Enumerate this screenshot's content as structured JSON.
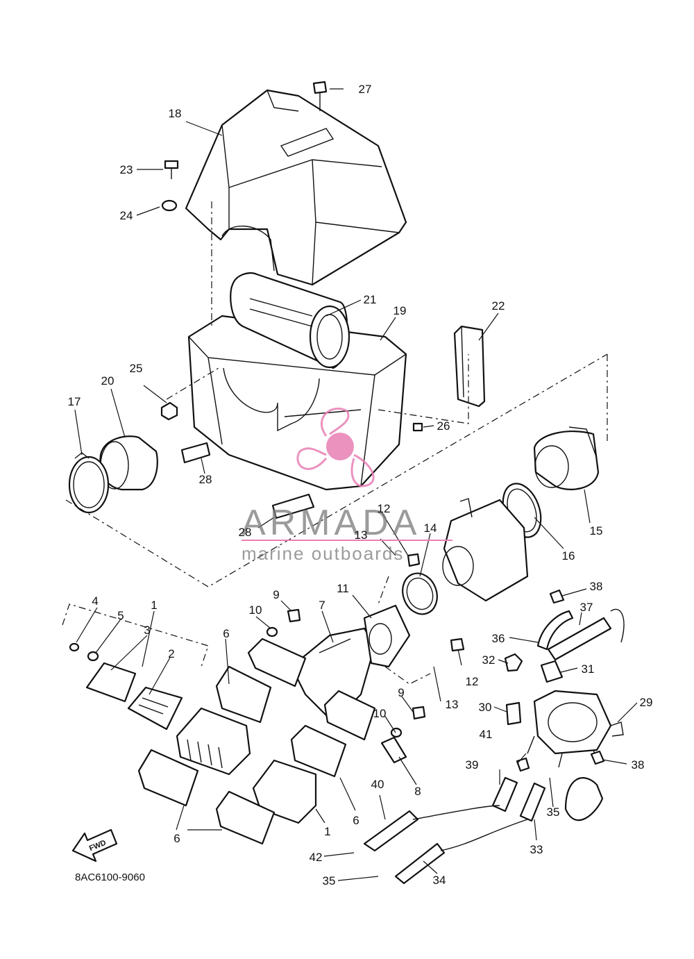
{
  "diagram": {
    "code": "8AC6100-9060",
    "fwd_label": "FWD",
    "watermark": {
      "brand": "ARMADA",
      "tagline": "marine outboards",
      "color": "#e87fb4"
    },
    "callouts": [
      {
        "id": "c1a",
        "label": "1"
      },
      {
        "id": "c1b",
        "label": "1"
      },
      {
        "id": "c2",
        "label": "2"
      },
      {
        "id": "c3",
        "label": "3"
      },
      {
        "id": "c4",
        "label": "4"
      },
      {
        "id": "c5",
        "label": "5"
      },
      {
        "id": "c6a",
        "label": "6"
      },
      {
        "id": "c6b",
        "label": "6"
      },
      {
        "id": "c6c",
        "label": "6"
      },
      {
        "id": "c7",
        "label": "7"
      },
      {
        "id": "c8",
        "label": "8"
      },
      {
        "id": "c9a",
        "label": "9"
      },
      {
        "id": "c9b",
        "label": "9"
      },
      {
        "id": "c10a",
        "label": "10"
      },
      {
        "id": "c10b",
        "label": "10"
      },
      {
        "id": "c11",
        "label": "11"
      },
      {
        "id": "c12a",
        "label": "12"
      },
      {
        "id": "c12b",
        "label": "12"
      },
      {
        "id": "c13a",
        "label": "13"
      },
      {
        "id": "c13b",
        "label": "13"
      },
      {
        "id": "c14",
        "label": "14"
      },
      {
        "id": "c15",
        "label": "15"
      },
      {
        "id": "c16",
        "label": "16"
      },
      {
        "id": "c17",
        "label": "17"
      },
      {
        "id": "c18",
        "label": "18"
      },
      {
        "id": "c19",
        "label": "19"
      },
      {
        "id": "c20",
        "label": "20"
      },
      {
        "id": "c21",
        "label": "21"
      },
      {
        "id": "c22",
        "label": "22"
      },
      {
        "id": "c23",
        "label": "23"
      },
      {
        "id": "c24",
        "label": "24"
      },
      {
        "id": "c25",
        "label": "25"
      },
      {
        "id": "c26",
        "label": "26"
      },
      {
        "id": "c27",
        "label": "27"
      },
      {
        "id": "c28a",
        "label": "28"
      },
      {
        "id": "c28b",
        "label": "28"
      },
      {
        "id": "c29",
        "label": "29"
      },
      {
        "id": "c30",
        "label": "30"
      },
      {
        "id": "c31",
        "label": "31"
      },
      {
        "id": "c32",
        "label": "32"
      },
      {
        "id": "c33",
        "label": "33"
      },
      {
        "id": "c34",
        "label": "34"
      },
      {
        "id": "c35a",
        "label": "35"
      },
      {
        "id": "c35b",
        "label": "35"
      },
      {
        "id": "c36",
        "label": "36"
      },
      {
        "id": "c37",
        "label": "37"
      },
      {
        "id": "c38a",
        "label": "38"
      },
      {
        "id": "c38b",
        "label": "38"
      },
      {
        "id": "c39",
        "label": "39"
      },
      {
        "id": "c40",
        "label": "40"
      },
      {
        "id": "c41",
        "label": "41"
      },
      {
        "id": "c42",
        "label": "42"
      }
    ]
  }
}
